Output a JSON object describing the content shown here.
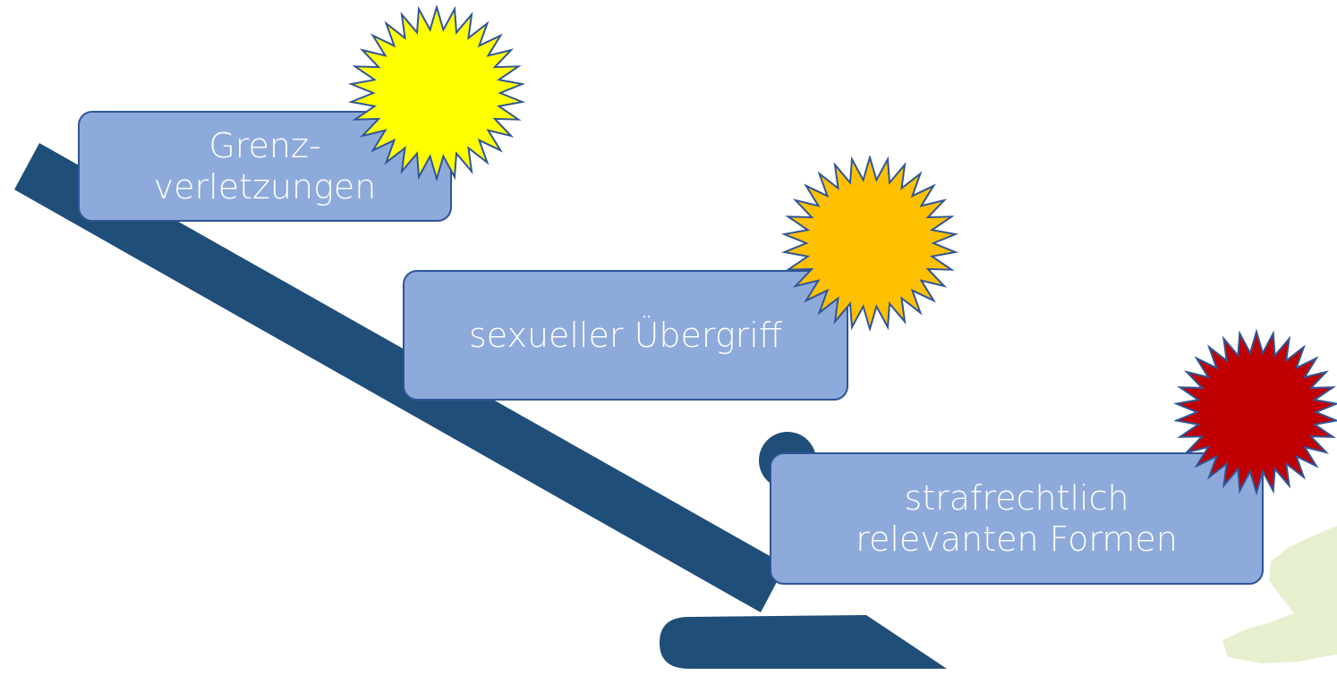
{
  "steps": [
    {
      "label_line1": "Grenz-",
      "label_line2": "verletzungen",
      "sun_color": "#ffff00"
    },
    {
      "label": "sexueller Übergriff",
      "sun_color": "#ffc000"
    },
    {
      "label_line1": "strafrechtlich",
      "label_line2": "relevanten Formen",
      "sun_color": "#c00000"
    }
  ],
  "colors": {
    "arrow": "#1f4e79",
    "box_fill": "#8eaadb",
    "box_border": "#2f5597",
    "sun_outline": "#2f5597",
    "map_fill": "#e2ecc6"
  },
  "icons": [
    "descending-arrow",
    "sun-icon",
    "region-map-shape"
  ]
}
